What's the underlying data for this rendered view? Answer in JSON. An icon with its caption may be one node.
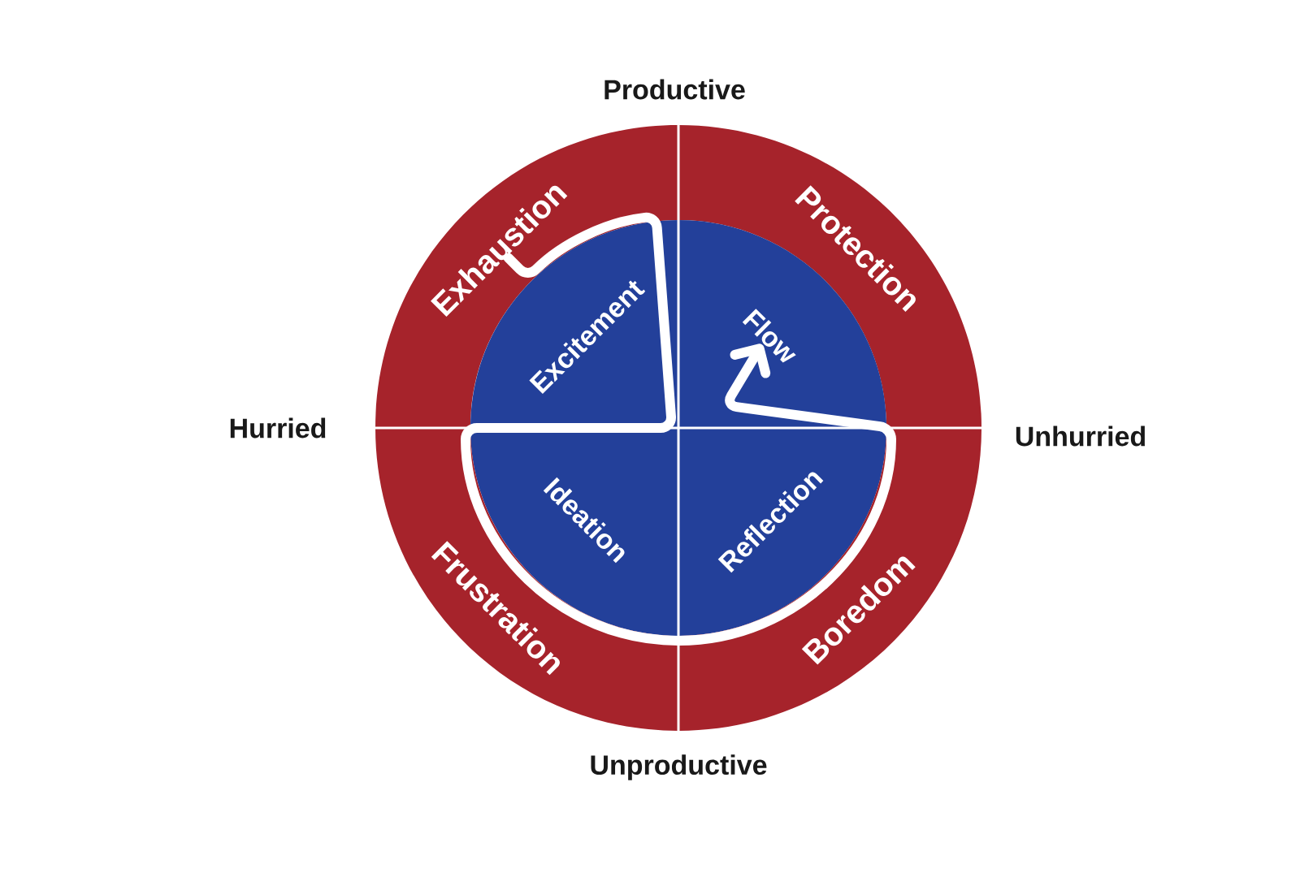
{
  "diagram": {
    "nodes": [
      {
        "text": [
          "Exhaustion"
        ]
      },
      {
        "text": [
          "Protection"
        ]
      },
      {
        "text": [
          "Excitement"
        ]
      },
      {
        "text": [
          "Flow"
        ]
      },
      {
        "text": [
          "Ideation"
        ]
      },
      {
        "text": [
          "Reflection"
        ]
      },
      {
        "text": [
          "Frustration"
        ]
      },
      {
        "text": [
          "Boredom"
        ]
      }
    ],
    "edges": [
      {
        "from": 0,
        "to": 3,
        "arrow": "to"
      }
    ],
    "labels": [
      "Productive",
      "Hurried",
      "Unhurried",
      "Unproductive"
    ]
  }
}
